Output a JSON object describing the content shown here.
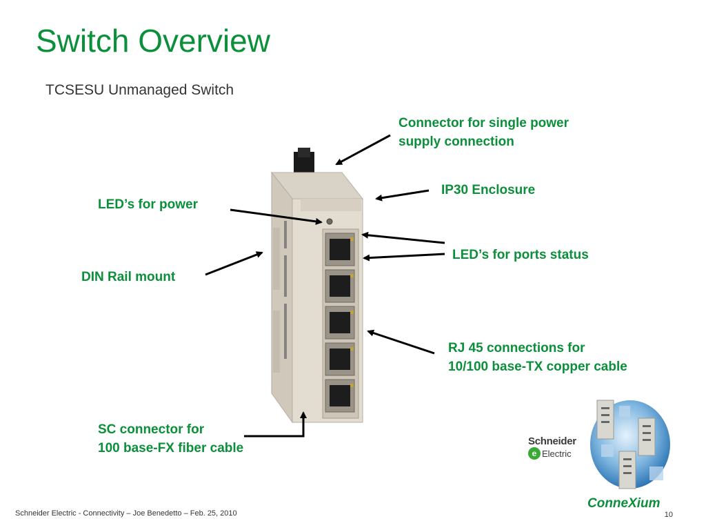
{
  "slide": {
    "title": "Switch Overview",
    "subtitle": "TCSESU Unmanaged Switch",
    "accent_color": "#0b8f3a",
    "callouts": {
      "power_connector": [
        "Connector for single power",
        "supply connection"
      ],
      "ip30": [
        "IP30 Enclosure"
      ],
      "leds_power": [
        "LED’s for power"
      ],
      "leds_ports": [
        "LED’s for ports status"
      ],
      "din_rail": [
        "DIN Rail mount"
      ],
      "rj45": [
        "RJ 45 connections for",
        "10/100 base-TX copper cable"
      ],
      "sc_connector": [
        "SC connector for",
        "100 base-FX fiber cable"
      ]
    },
    "logo": {
      "brand_line1": "Schneider",
      "brand_line2": "Electric",
      "product": "ConneXium"
    },
    "footer": "Schneider Electric - Connectivity – Joe Benedetto – Feb. 25, 2010",
    "page_number": "10"
  }
}
